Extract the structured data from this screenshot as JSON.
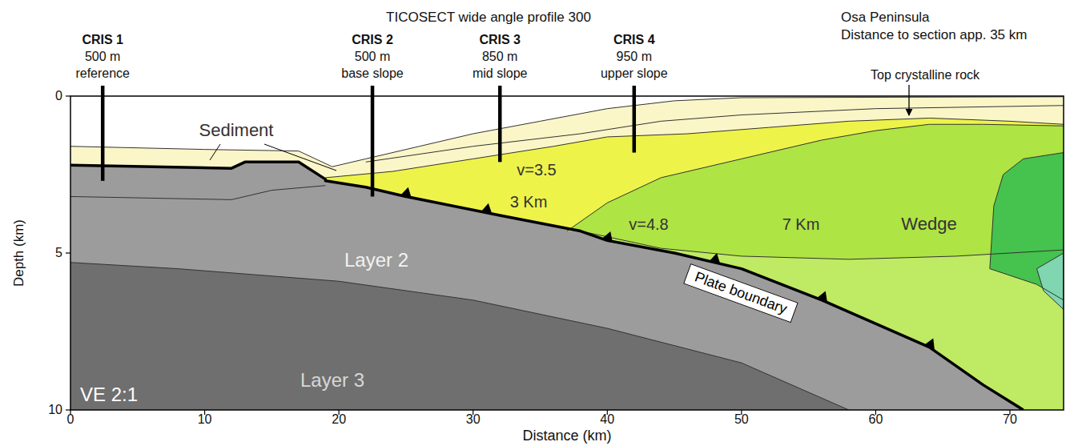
{
  "diagram": {
    "title": "TICOSECT wide angle profile 300",
    "labels": [
      "Osa Peninsula",
      "Distance to section app. 35 km",
      "CRIS 1",
      "500 m",
      "reference",
      "CRIS 2",
      "500 m",
      "base slope",
      "CRIS 3",
      "850 m",
      "mid slope",
      "CRIS 4",
      "950 m",
      "upper slope",
      "Top crystalline rock",
      "Sediment",
      "v=3.5",
      "3 Km",
      "v=4.8",
      "7 Km",
      "Wedge",
      "Layer 2",
      "Layer 3",
      "Plate boundary",
      "VE 2:1",
      "Depth (km)",
      "Distance (km)",
      "0",
      "5",
      "10",
      "0",
      "10",
      "20",
      "30",
      "40",
      "50",
      "60",
      "70"
    ]
  }
}
